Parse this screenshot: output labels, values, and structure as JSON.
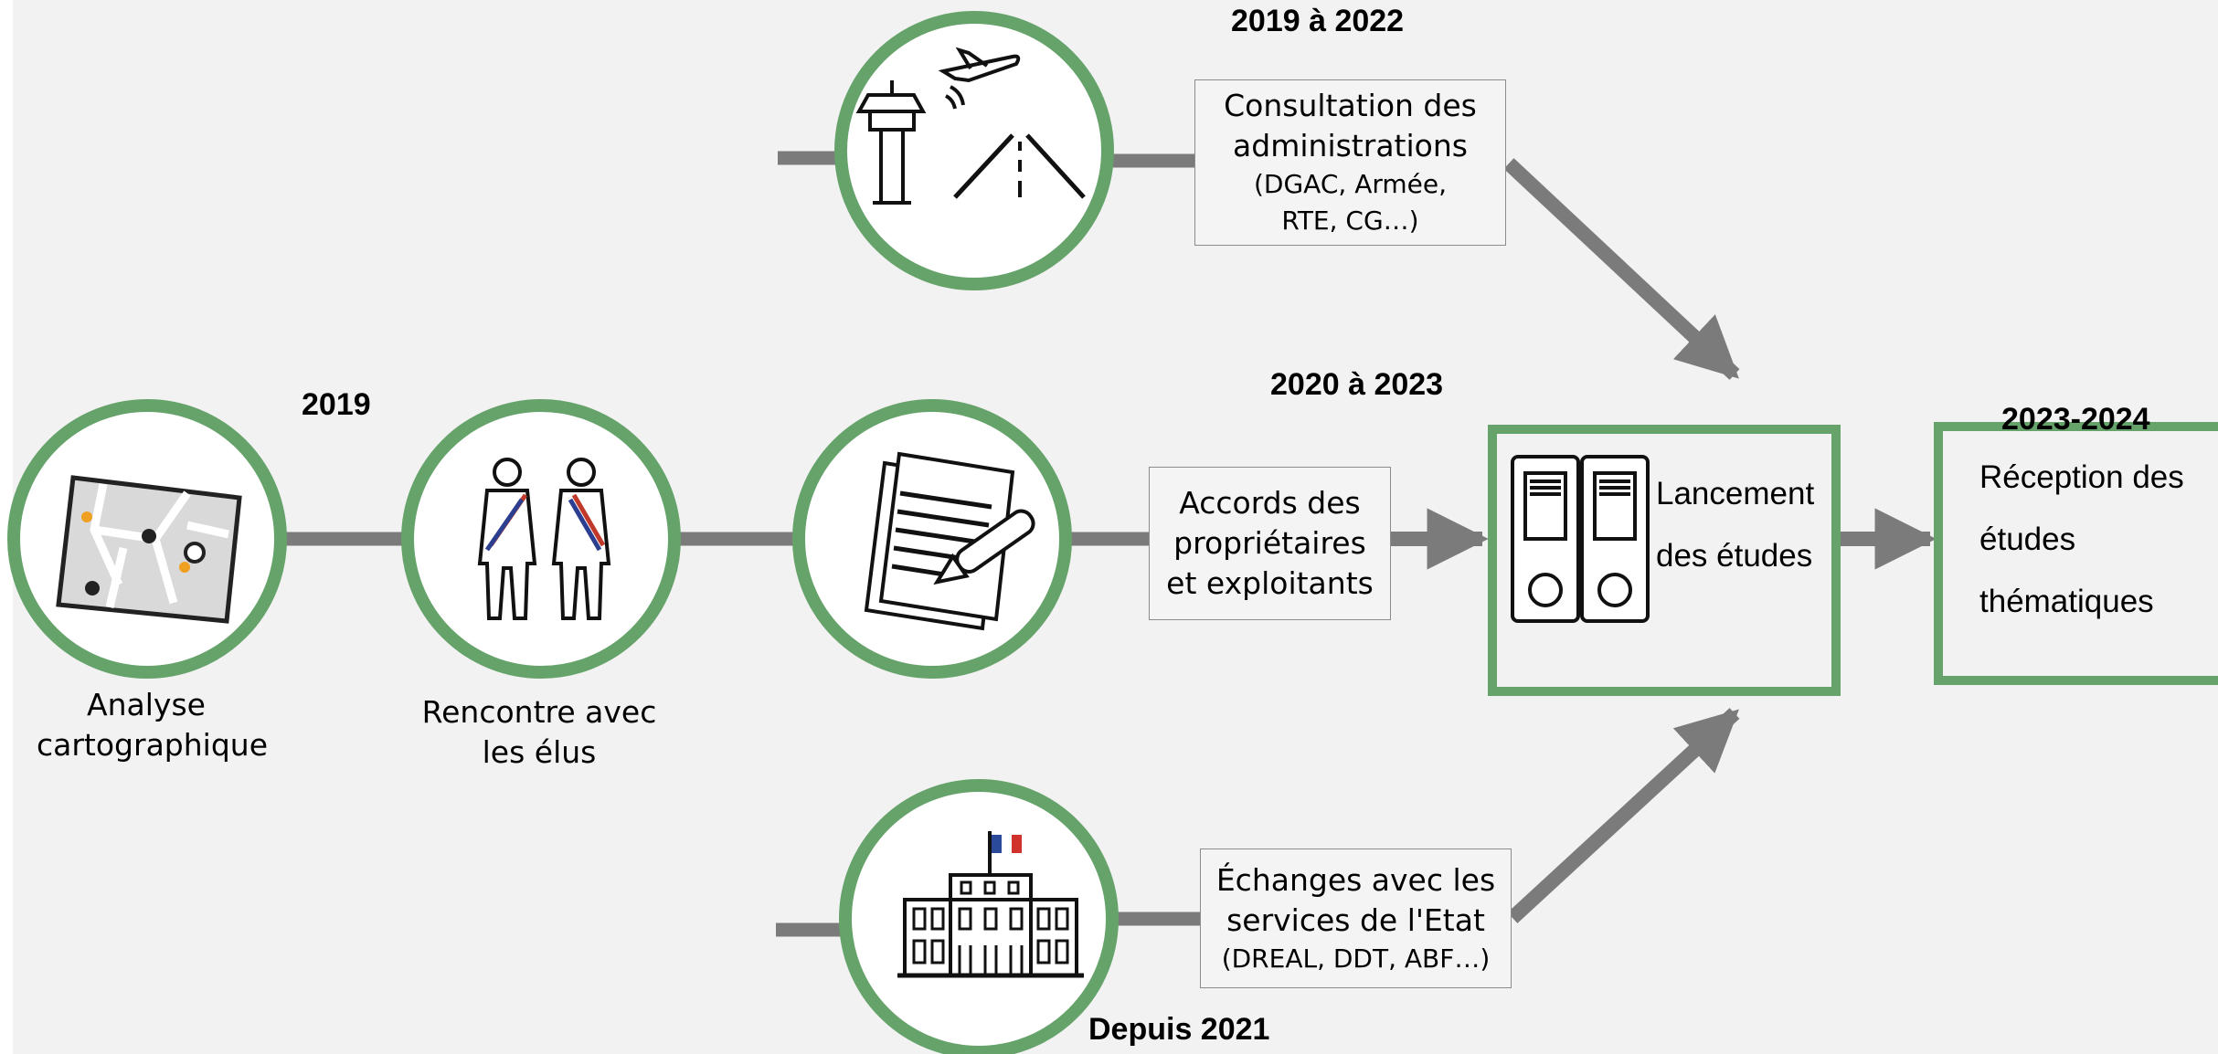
{
  "colors": {
    "accent_green": "#66a36b",
    "connector_gray": "#7b7b7b",
    "background": "#f2f2f2"
  },
  "years": {
    "y2019": "2019",
    "y2019_2022": "2019 à 2022",
    "y2020_2023": "2020 à 2023",
    "since2021": "Depuis 2021",
    "y2023_2024": "2023-2024"
  },
  "steps": {
    "map": {
      "icon": "map-icon",
      "caption_line1": "Analyse",
      "caption_line2": "cartographique"
    },
    "officials": {
      "icon": "elected-officials-icon",
      "caption_line1": "Rencontre avec",
      "caption_line2": "les élus"
    },
    "contract": {
      "icon": "signed-contract-icon"
    },
    "airport": {
      "icon": "airport-control-tower-icon"
    },
    "prefecture": {
      "icon": "government-building-icon"
    }
  },
  "boxes": {
    "consultation": {
      "line1": "Consultation des",
      "line2": "administrations",
      "sub1": "(DGAC, Armée,",
      "sub2": "RTE, CG…)"
    },
    "accords": {
      "line1": "Accords des",
      "line2": "propriétaires",
      "line3": "et exploitants"
    },
    "echanges": {
      "line1": "Échanges avec les",
      "line2": "services de l'Etat",
      "sub1": "(DREAL, DDT, ABF…)"
    },
    "lancement": {
      "icon": "binders-icon",
      "line1": "Lancement",
      "line2": "des études"
    },
    "reception": {
      "line1": "Réception des",
      "line2": "études",
      "line3": "thématiques"
    }
  }
}
